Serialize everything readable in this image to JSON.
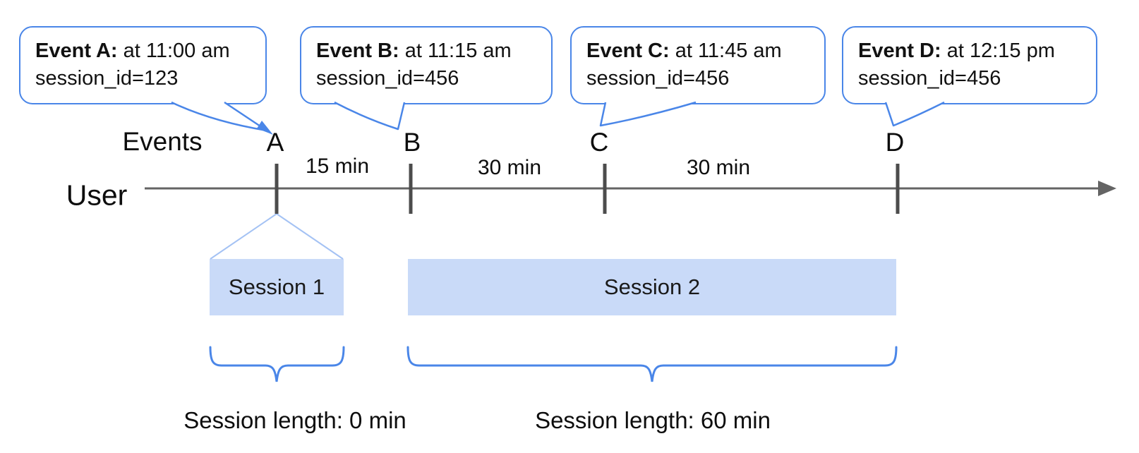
{
  "colors": {
    "accent_blue": "#4a86e8",
    "session_fill": "#c9daf8",
    "funnel_blue": "#a4c2f4",
    "timeline_gray": "#646464",
    "tick_gray": "#4c4c4c"
  },
  "timeline": {
    "user_label": "User",
    "events_label": "Events",
    "intervals": [
      "15 min",
      "30 min",
      "30 min"
    ]
  },
  "events": [
    {
      "letter": "A",
      "title": "Event A:",
      "time": " at 11:00 am",
      "session": "session_id=123"
    },
    {
      "letter": "B",
      "title": "Event B:",
      "time": " at 11:15 am",
      "session": "session_id=456"
    },
    {
      "letter": "C",
      "title": "Event C:",
      "time": " at 11:45 am",
      "session": "session_id=456"
    },
    {
      "letter": "D",
      "title": "Event D:",
      "time": " at 12:15 pm",
      "session": "session_id=456"
    }
  ],
  "sessions": [
    {
      "label": "Session 1",
      "length_label": "Session length: 0 min"
    },
    {
      "label": "Session 2",
      "length_label": "Session length: 60 min"
    }
  ]
}
